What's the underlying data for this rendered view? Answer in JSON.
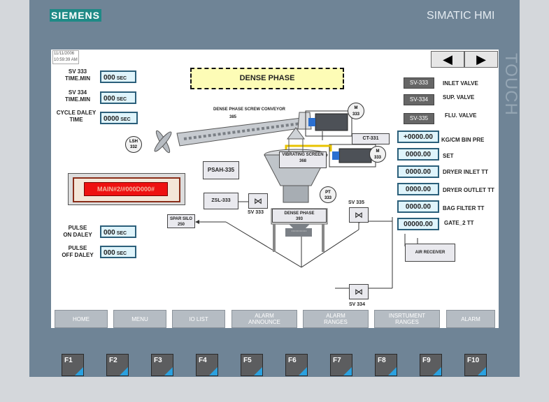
{
  "header": {
    "brand": "SIEMENS",
    "model": "SIMATIC HMI",
    "touch": "TOUCH"
  },
  "screen": {
    "datetime": [
      "11/11/2006",
      "10:59:39 AM"
    ],
    "nav": {
      "prev": "◀",
      "next": "▶"
    },
    "title": "DENSE PHASE",
    "left_params": [
      {
        "label": [
          "SV 333",
          "TIME.MIN"
        ],
        "value": "000",
        "unit": "SEC"
      },
      {
        "label": [
          "SV 334",
          "TIME.MIN"
        ],
        "value": "000",
        "unit": "SEC"
      },
      {
        "label": [
          "CYCLE DALEY",
          "TIME"
        ],
        "value": "0000",
        "unit": "SEC"
      },
      {
        "label": [
          "PULSE",
          "ON DALEY"
        ],
        "value": "000",
        "unit": "SEC"
      },
      {
        "label": [
          "PULSE",
          "OFF DALEY"
        ],
        "value": "000",
        "unit": "SEC"
      }
    ],
    "alarm_text": "MAIN#2/#000D000#",
    "valves": [
      {
        "button": "SV-333",
        "label": "INLET VALVE"
      },
      {
        "button": "SV-334",
        "label": "SUP. VALVE"
      },
      {
        "button": "SV-335",
        "label": "FLU. VALVE"
      }
    ],
    "readings": [
      {
        "value": "+0000.00",
        "label": "KG/CM   BIN PRE"
      },
      {
        "value": "0000.00",
        "label": "SET"
      },
      {
        "value": "0000.00",
        "label": "DRYER INLET TT"
      },
      {
        "value": "0000.00",
        "label": "DRYER OUTLET TT"
      },
      {
        "value": "0000.00",
        "label": "BAG FILTER TT"
      },
      {
        "value": "00000.00",
        "label": "GATE_2 TT"
      }
    ],
    "diagram": {
      "conveyor_title": "DENSE PHASE SCREW CONVEYOR",
      "conveyor_tag": "385",
      "motor_1": [
        "M",
        "333"
      ],
      "motor_2": [
        "M",
        "333"
      ],
      "ct": "CT-331",
      "vibrating_screen": [
        "VIBRATING SCREEN",
        "368"
      ],
      "psah": "PSAH-335",
      "zsl": "ZSL-333",
      "pt": [
        "PT",
        "333"
      ],
      "dense_vessel": [
        "DENSE PHASE",
        "393"
      ],
      "sv333": "SV 333",
      "sv335": "SV 335",
      "sv334": "SV 334",
      "silo": [
        "SPAR SILO",
        "250"
      ],
      "air_receiver": "AIR RECEIVER",
      "level_tag": [
        "LSH",
        "332"
      ]
    },
    "bottom_buttons": [
      [
        "HOME"
      ],
      [
        "MENU"
      ],
      [
        "IO LIST"
      ],
      [
        "ALARM",
        "ANNOUNCE"
      ],
      [
        "ALARM",
        "RANGES"
      ],
      [
        "INSRTUMENT",
        "RANGES"
      ],
      [
        "ALARM"
      ]
    ]
  },
  "fkeys": [
    "F1",
    "F2",
    "F3",
    "F4",
    "F5",
    "F6",
    "F7",
    "F8",
    "F9",
    "F10"
  ]
}
